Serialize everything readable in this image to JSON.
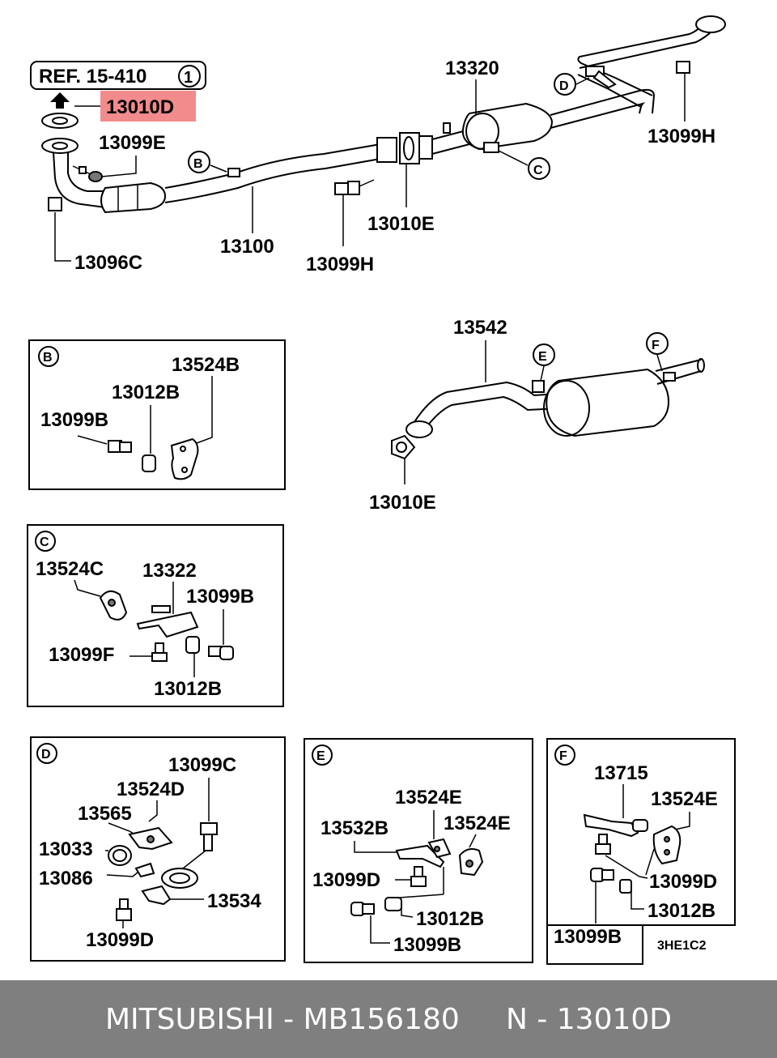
{
  "diagram": {
    "ref_box": {
      "text": "REF. 15-410",
      "num": "1"
    },
    "highlight_color": "#f28b8b",
    "labels": {
      "main_13010d": "13010D",
      "main_13099e": "13099E",
      "main_13096c": "13096C",
      "main_13100": "13100",
      "main_13099h_a": "13099H",
      "main_13010e": "13010E",
      "main_13320": "13320",
      "main_13099h_b": "13099H",
      "rear_13542": "13542",
      "rear_13010e": "13010E",
      "b_13524b": "13524B",
      "b_13012b": "13012B",
      "b_13099b": "13099B",
      "c_13524c": "13524C",
      "c_13322": "13322",
      "c_13099b": "13099B",
      "c_13099f": "13099F",
      "c_13012b": "13012B",
      "d_13099c": "13099C",
      "d_13524d": "13524D",
      "d_13565": "13565",
      "d_13033": "13033",
      "d_13086": "13086",
      "d_13534": "13534",
      "d_13099d": "13099D",
      "e_13524e_a": "13524E",
      "e_13532b": "13532B",
      "e_13524e_b": "13524E",
      "e_13099d": "13099D",
      "e_13012b": "13012B",
      "e_13099b": "13099B",
      "f_13715": "13715",
      "f_13524e": "13524E",
      "f_13099d": "13099D",
      "f_13012b": "13012B",
      "f_13099b": "13099B",
      "code": "3HE1C2"
    },
    "callouts": {
      "b": "B",
      "c": "C",
      "d": "D",
      "e": "E",
      "f": "F"
    }
  },
  "footer": {
    "text": "MITSUBISHI - MB156180     N - 13010D"
  }
}
